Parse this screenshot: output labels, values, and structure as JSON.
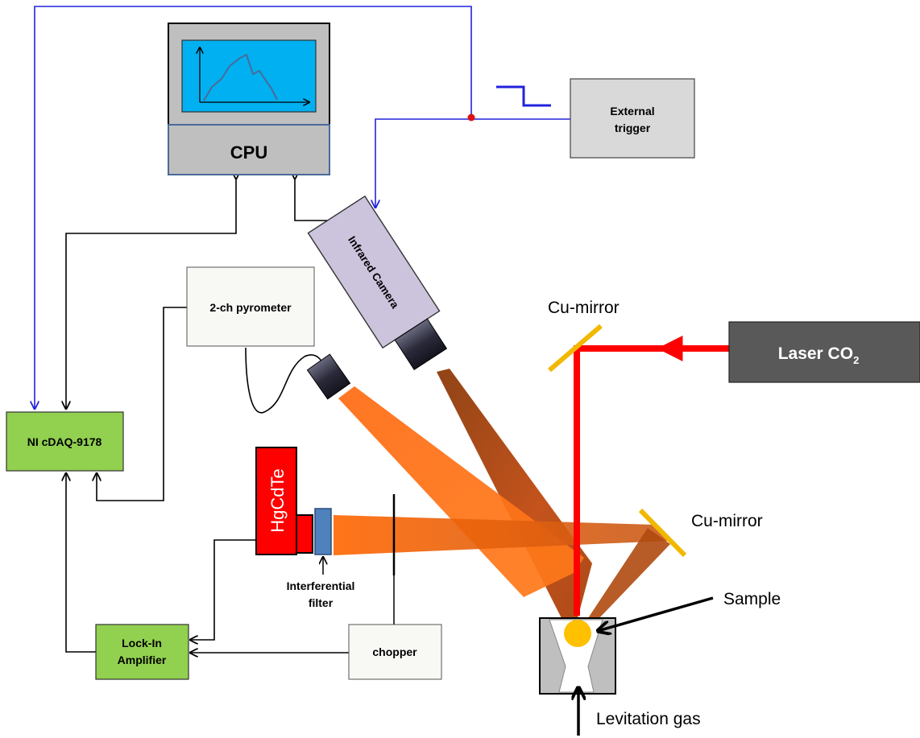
{
  "labels": {
    "cpu": "CPU",
    "external_trigger_line1": "External",
    "external_trigger_line2": "trigger",
    "infrared_camera": "Infrared Camera",
    "pyrometer": "2-ch pyrometer",
    "cu_mirror_top": "Cu-mirror",
    "cu_mirror_right": "Cu-mirror",
    "laser": "Laser CO",
    "laser_subscript": "2",
    "daq": "NI cDAQ-9178",
    "detector": "HgCdTe",
    "filter_line1": "Interferential",
    "filter_line2": "filter",
    "chopper": "chopper",
    "lockin_line1": "Lock-In",
    "lockin_line2": "Amplifier",
    "sample": "Sample",
    "levitation_gas": "Levitation gas"
  },
  "colors": {
    "trigger_wire": "#2222dd",
    "signal_wire": "#000000",
    "laser_beam": "#ff0000",
    "ir_beam": "#e0560a",
    "mirror": "#f2b800",
    "green_box": "#92d050",
    "screen": "#00b0f0",
    "camera_body": "#ccc4dc",
    "laser_box": "#595959",
    "detector_red": "#ff0000",
    "sample": "#ffc000"
  }
}
